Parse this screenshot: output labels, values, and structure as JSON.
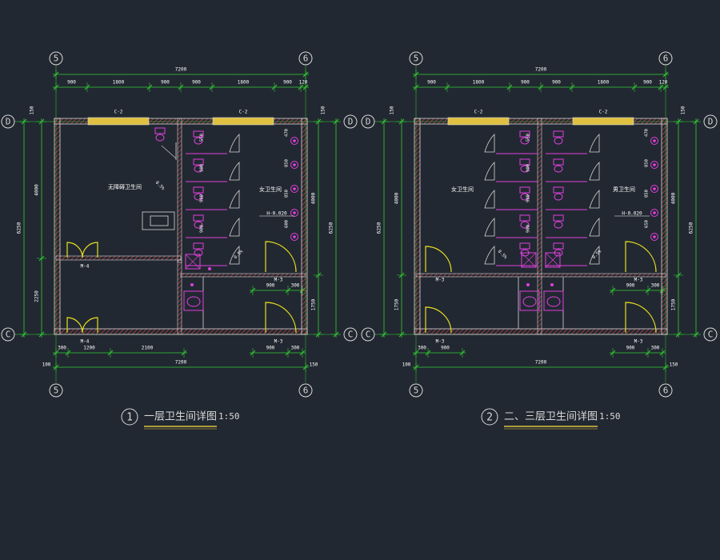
{
  "colors": {
    "background": "#222831",
    "dimension": "#33cc33",
    "wall": "#d8d8d8",
    "hatch": "#e04848",
    "fixture": "#e040e0",
    "window": "#e0c040",
    "door": "#e8e020",
    "text": "#ffffff"
  },
  "grid_labels": {
    "col_left": "5",
    "col_right": "6",
    "row_top": "D",
    "row_bottom": "C"
  },
  "plans": [
    {
      "id": "plan-1",
      "overall_width": "7200",
      "top_dims": [
        "900",
        "1800",
        "900",
        "900",
        "1800",
        "900",
        "120"
      ],
      "left_top_offset": "150",
      "right_top_offset": "150",
      "left_dims": [
        "4000",
        "2250"
      ],
      "left_total": "6250",
      "right_dims": [
        "4000",
        "1750"
      ],
      "right_total": "6250",
      "windows": [
        "C-2",
        "C-2"
      ],
      "rooms": [
        "无障碍卫生间",
        "女卫生间"
      ],
      "stall_dims_left": [
        "550",
        "900",
        "900",
        "900"
      ],
      "stall_dims_right": [
        "470",
        "850",
        "850",
        "600"
      ],
      "slope": [
        "0.5%",
        "0.5%"
      ],
      "level": "H-0.020",
      "doors": [
        "M-4",
        "M-4",
        "M-3",
        "M-3"
      ],
      "bottom_dims_a": [
        "300",
        "1200",
        "2100"
      ],
      "bottom_dims_b": [
        "900",
        "300"
      ],
      "bottom_dims_b2": [
        "900",
        "300"
      ],
      "bottom_total": "7200",
      "bottom_offsets": [
        "100",
        "150"
      ],
      "title_num": "1",
      "title": "一层卫生间详图",
      "scale": "1:50"
    },
    {
      "id": "plan-2",
      "overall_width": "7200",
      "top_dims": [
        "900",
        "1800",
        "900",
        "900",
        "1800",
        "900",
        "120"
      ],
      "left_top_offset": "150",
      "right_top_offset": "150",
      "left_dims": [
        "4000",
        "1750"
      ],
      "left_total": "6250",
      "right_dims": [
        "4000",
        "1750"
      ],
      "right_total": "6250",
      "windows": [
        "C-2",
        "C-2"
      ],
      "rooms": [
        "女卫生间",
        "男卫生间"
      ],
      "stall_dims_left": [
        "550",
        "900",
        "900",
        "900"
      ],
      "stall_dims_right": [
        "470",
        "850",
        "850",
        "650"
      ],
      "slope": [
        "0.5%",
        "0.5%"
      ],
      "level": "H-0.020",
      "doors": [
        "M-3",
        "M-3",
        "M-3",
        "M-3"
      ],
      "bottom_dims_a": [
        "300",
        "900"
      ],
      "bottom_dims_b": [
        "900",
        "300"
      ],
      "bottom_dims_b2": [
        "900",
        "300"
      ],
      "bottom_total": "7200",
      "bottom_offsets": [
        "100",
        "150"
      ],
      "title_num": "2",
      "title": "二、三层卫生间详图",
      "scale": "1:50"
    }
  ]
}
